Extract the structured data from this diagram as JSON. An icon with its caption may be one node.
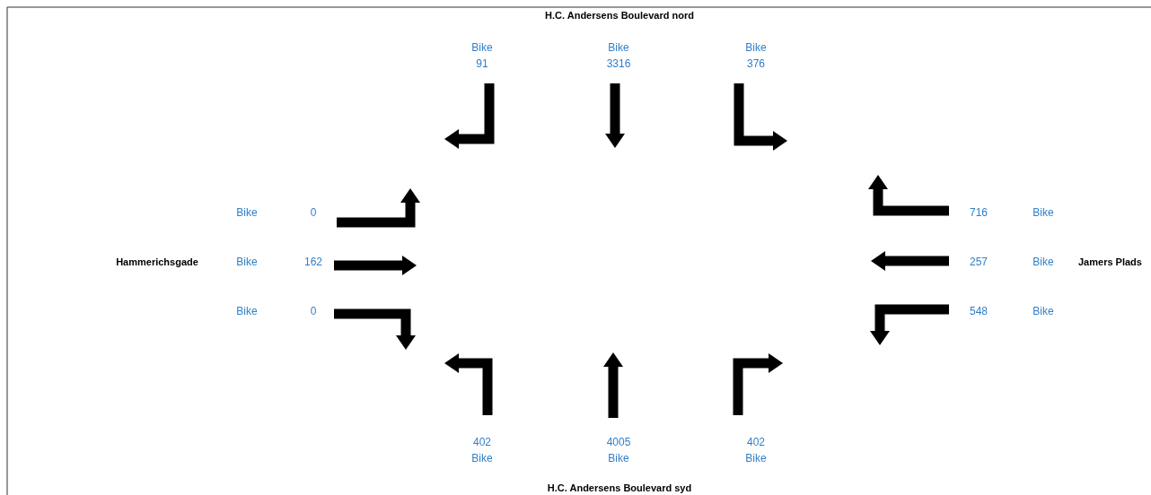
{
  "diagram": {
    "labels": [
      "H.C. Andersens Boulevard nord",
      "Bike",
      "Bike",
      "Bike",
      "91",
      "3316",
      "376",
      "Bike",
      "0",
      "716",
      "Bike",
      "Hammerichsgade",
      "Bike",
      "162",
      "257",
      "Bike",
      "Jamers Plads",
      "Bike",
      "0",
      "548",
      "Bike",
      "402",
      "4005",
      "402",
      "Bike",
      "Bike",
      "Bike",
      "H.C. Andersens Boulevard syd"
    ]
  }
}
